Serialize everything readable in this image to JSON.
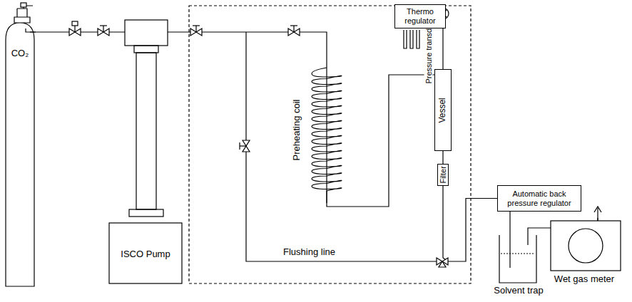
{
  "diagram": {
    "nodes": [
      {
        "text": [
          "CO₂"
        ]
      },
      {
        "text": [
          "ISCO Pump"
        ]
      },
      {
        "text": [
          "Thermo regulator"
        ]
      },
      {
        "text": [
          "Vessel"
        ]
      },
      {
        "text": [
          "Filter"
        ]
      },
      {
        "text": [
          "Automatic back pressure regulator"
        ]
      },
      {
        "text": [
          "Solvent trap"
        ]
      },
      {
        "text": [
          "Wet gas meter"
        ]
      }
    ],
    "edges": [
      {
        "from": 0,
        "to": 1,
        "arrow": "none"
      },
      {
        "from": 1,
        "to": 3,
        "arrow": "none"
      },
      {
        "from": 3,
        "to": 4,
        "arrow": "none"
      },
      {
        "from": 4,
        "to": 5,
        "arrow": "none"
      },
      {
        "from": 5,
        "to": 6,
        "arrow": "none"
      },
      {
        "from": 6,
        "to": 7,
        "arrow": "none"
      }
    ],
    "labels": [
      "Pressure transducer",
      "Preheating coil",
      "Flushing line"
    ]
  }
}
